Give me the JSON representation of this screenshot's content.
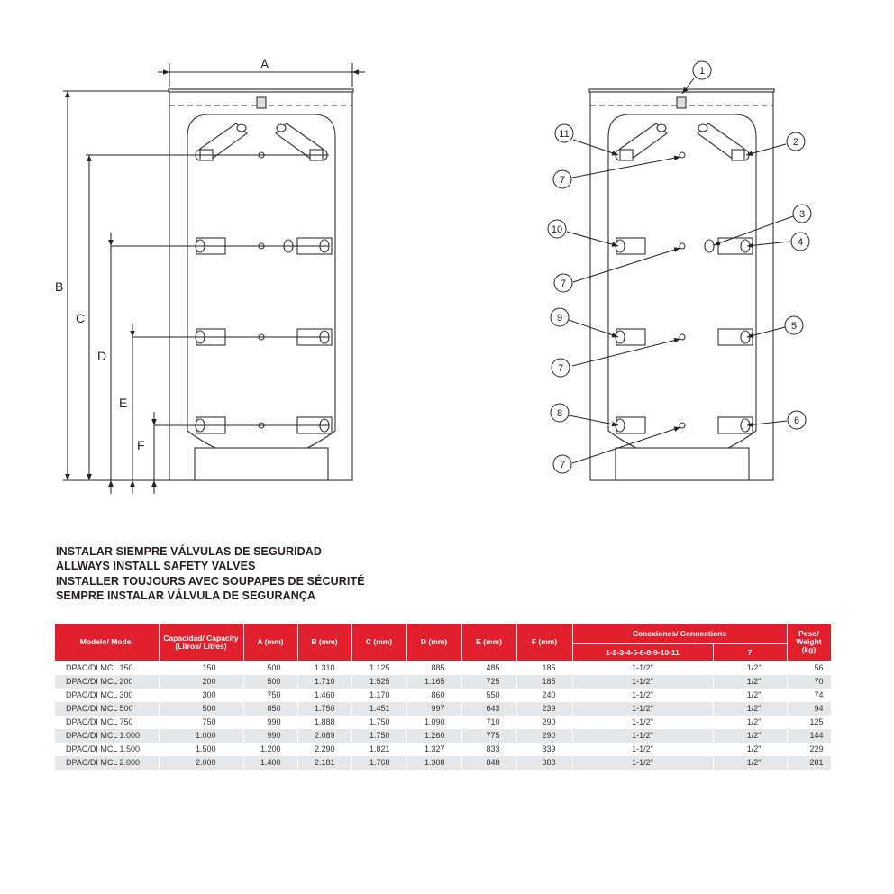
{
  "diagram": {
    "left_dimension_labels": [
      "A",
      "B",
      "C",
      "D",
      "E",
      "F"
    ],
    "right_callouts": [
      "1",
      "2",
      "3",
      "4",
      "5",
      "6",
      "7",
      "7",
      "7",
      "7",
      "8",
      "9",
      "10",
      "11"
    ]
  },
  "warnings": [
    "INSTALAR SIEMPRE VÁLVULAS DE SEGURIDAD",
    "ALLWAYS INSTALL SAFETY VALVES",
    "INSTALLER TOUJOURS AVEC SOUPAPES DE SÉCURITÉ",
    "SEMPRE INSTALAR VÁLVULA DE SEGURANÇA"
  ],
  "table": {
    "headers": {
      "model": "Modelo/ Model",
      "capacity": "Capacidad/ Capacity (Litros/ Litres)",
      "a": "A (mm)",
      "b": "B (mm)",
      "c": "C (mm)",
      "d": "D (mm)",
      "e": "E (mm)",
      "f": "F (mm)",
      "connections": "Conexiones/ Connections",
      "conn_group1": "1-2-3-4-5-6-8-9-10-11",
      "conn_group2": "7",
      "weight": "Peso/ Weight (kg)"
    },
    "rows": [
      [
        "DPAC/DI MCL 150",
        "150",
        "500",
        "1.310",
        "1.125",
        "885",
        "485",
        "185",
        "1-1/2\"",
        "1/2\"",
        "56"
      ],
      [
        "DPAC/DI MCL 200",
        "200",
        "500",
        "1.710",
        "1.525",
        "1.165",
        "725",
        "185",
        "1-1/2\"",
        "1/2\"",
        "70"
      ],
      [
        "DPAC/DI MCL 300",
        "300",
        "750",
        "1.460",
        "1.170",
        "860",
        "550",
        "240",
        "1-1/2\"",
        "1/2\"",
        "74"
      ],
      [
        "DPAC/DI MCL 500",
        "500",
        "850",
        "1.750",
        "1.451",
        "997",
        "643",
        "239",
        "1-1/2\"",
        "1/2\"",
        "94"
      ],
      [
        "DPAC/DI MCL 750",
        "750",
        "990",
        "1.888",
        "1.750",
        "1.090",
        "710",
        "290",
        "1-1/2\"",
        "1/2\"",
        "125"
      ],
      [
        "DPAC/DI MCL 1.000",
        "1.000",
        "990",
        "2.089",
        "1.750",
        "1.260",
        "775",
        "290",
        "1-1/2\"",
        "1/2\"",
        "144"
      ],
      [
        "DPAC/DI MCL 1.500",
        "1.500",
        "1.200",
        "2.290",
        "1.821",
        "1.327",
        "833",
        "339",
        "1-1/2\"",
        "1/2\"",
        "229"
      ],
      [
        "DPAC/DI MCL 2.000",
        "2.000",
        "1.400",
        "2.181",
        "1.768",
        "1.308",
        "848",
        "388",
        "1-1/2\"",
        "1/2\"",
        "281"
      ]
    ]
  }
}
